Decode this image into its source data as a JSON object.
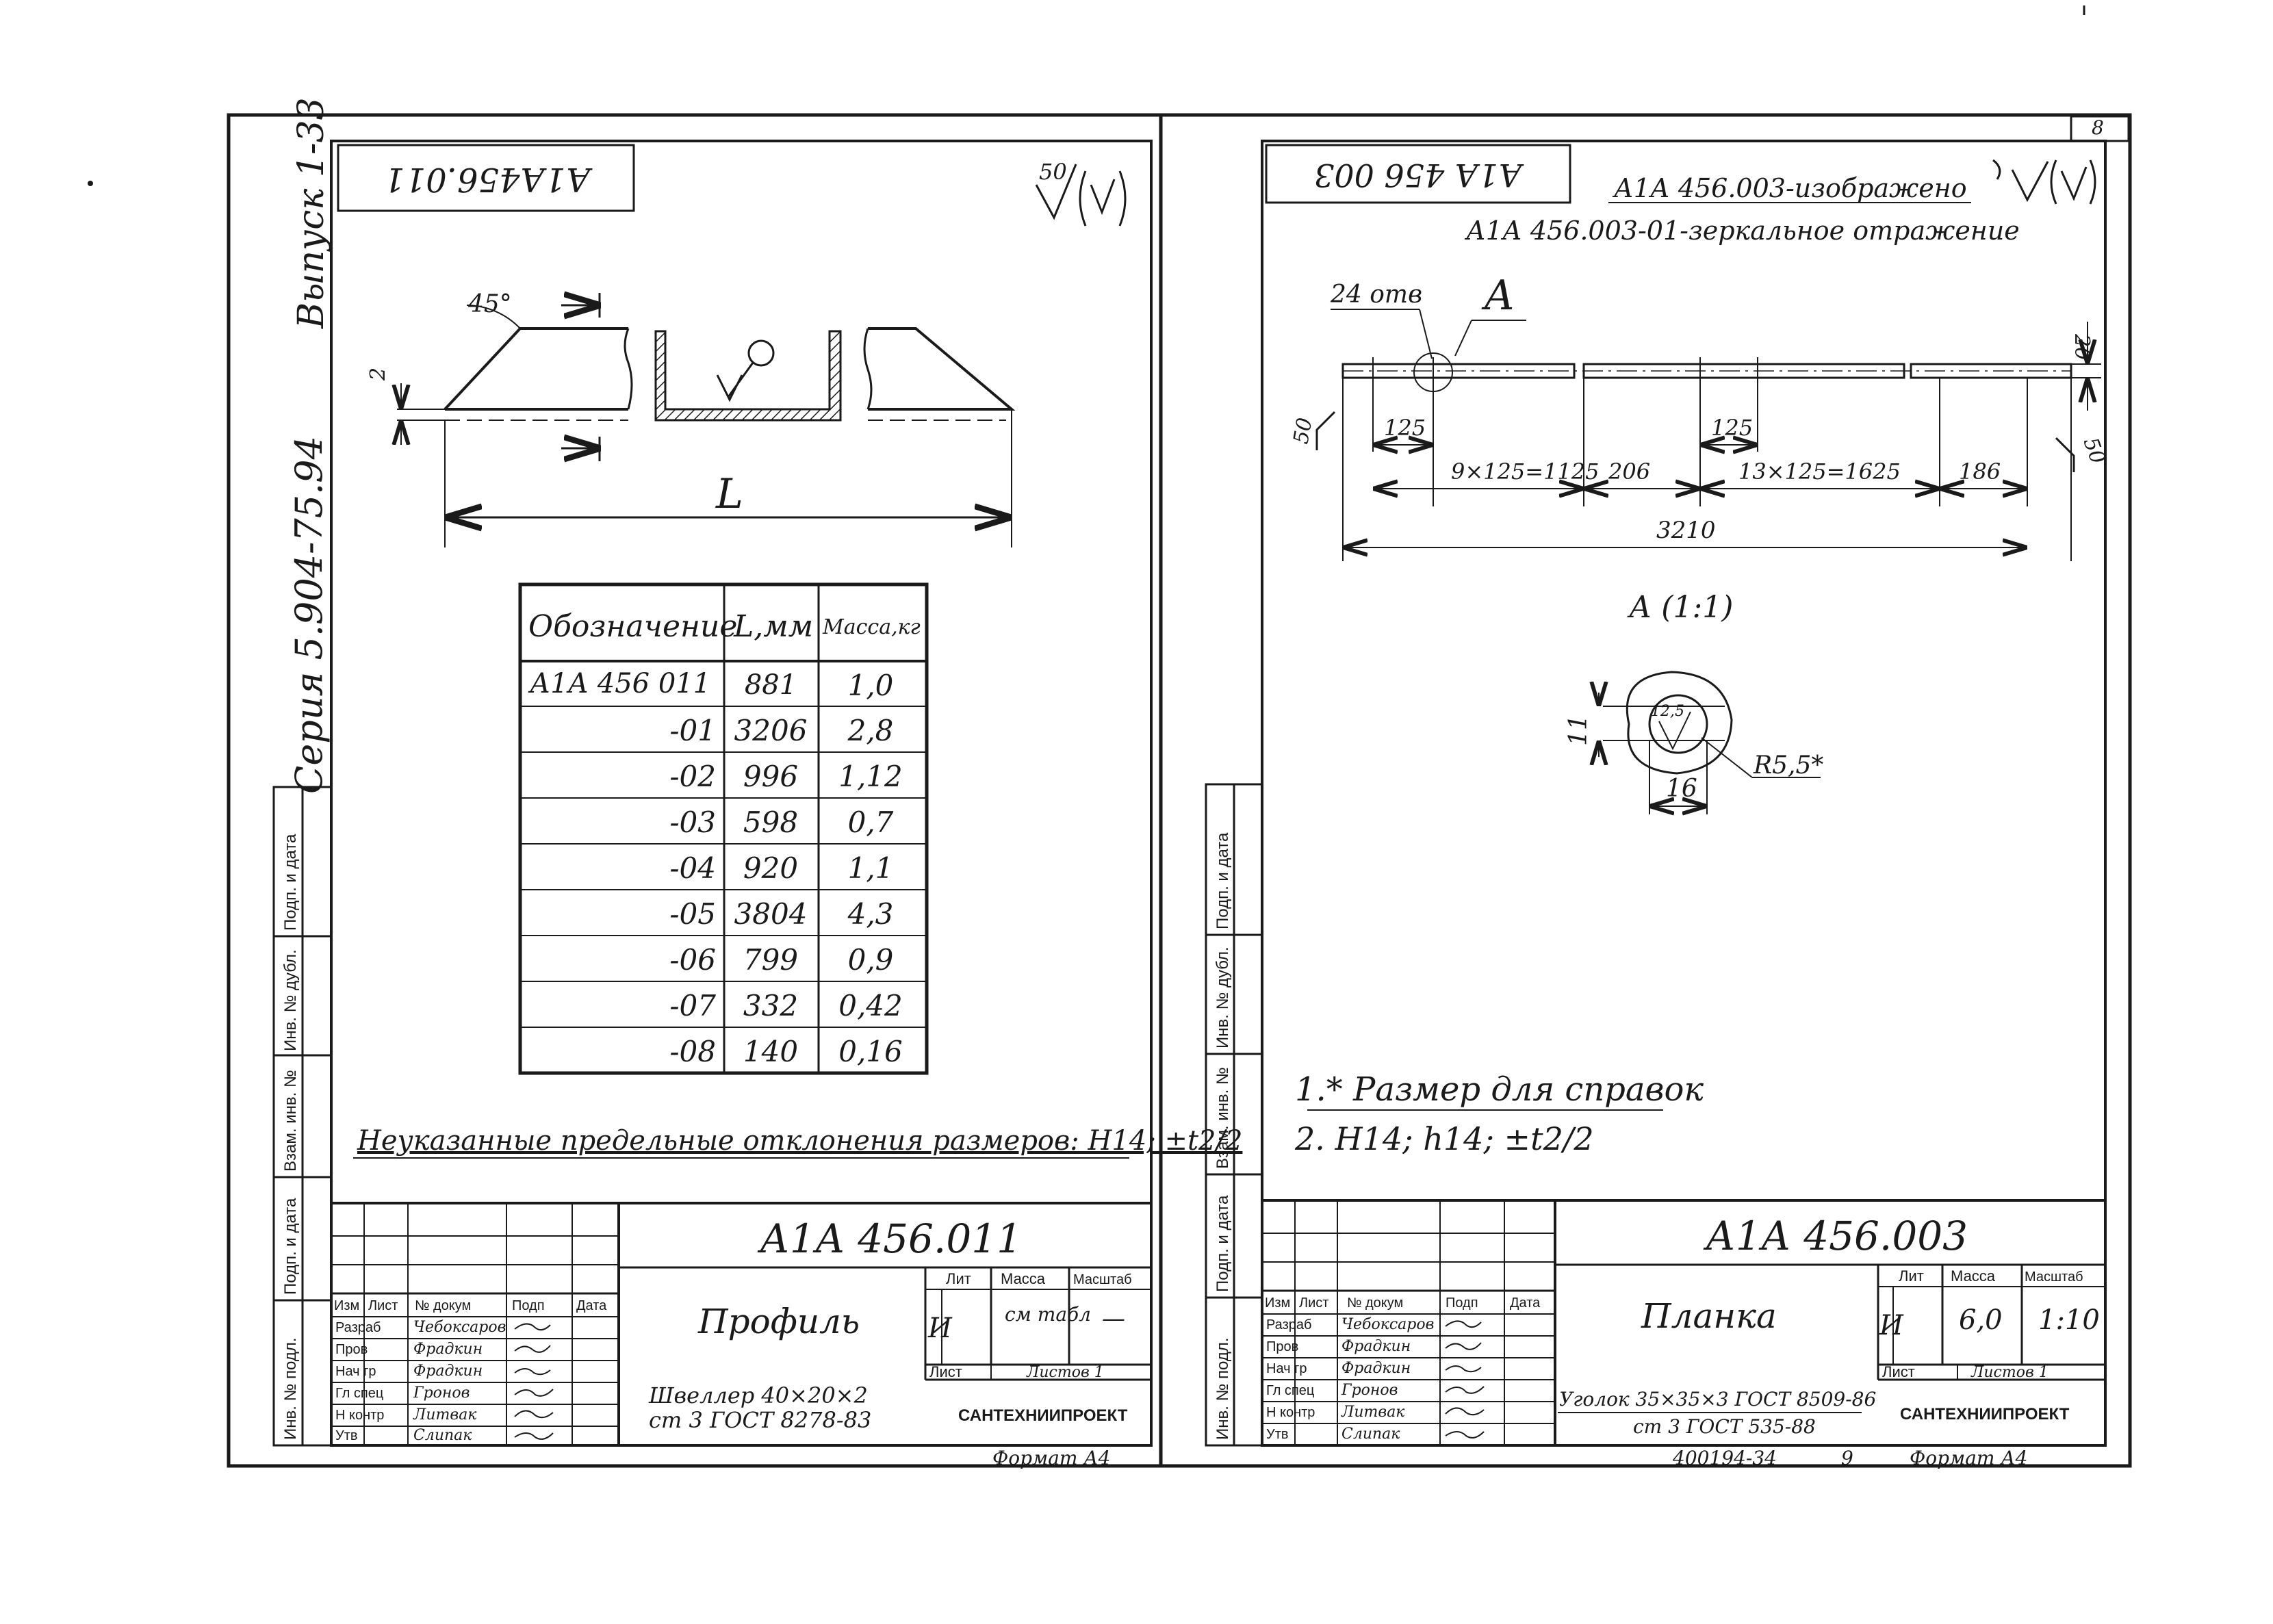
{
  "left_sheet": {
    "stamp_code": "А1А456.011",
    "series": "Серия 5.904-75.94",
    "issue": "Выпуск 1-33",
    "roughness": "50",
    "angle_label": "45°",
    "offset_dim": "2",
    "length_label": "L",
    "table": {
      "headers": [
        "Обозначение",
        "L,мм",
        "Масса,кг"
      ],
      "rows": [
        [
          "А1А 456 011",
          "881",
          "1,0"
        ],
        [
          "-01",
          "3206",
          "2,8"
        ],
        [
          "-02",
          "996",
          "1,12"
        ],
        [
          "-03",
          "598",
          "0,7"
        ],
        [
          "-04",
          "920",
          "1,1"
        ],
        [
          "-05",
          "3804",
          "4,3"
        ],
        [
          "-06",
          "799",
          "0,9"
        ],
        [
          "-07",
          "332",
          "0,42"
        ],
        [
          "-08",
          "140",
          "0,16"
        ]
      ]
    },
    "note": "Неуказанные предельные отклонения размеров: H14; ±t2/2",
    "side_labels": [
      "Подп. и дата",
      "Инв. № дубл.",
      "Взам. инв. №",
      "Подп. и дата",
      "Инв. № подл."
    ],
    "title_block": {
      "designation": "А1А 456.011",
      "name": "Профиль",
      "material_1": "Швеллер 40×20×2",
      "material_2": "ст 3 ГОСТ 8278-83",
      "lit_header": "Лит",
      "mass_header": "Масса",
      "scale_header": "Масштаб",
      "lit": "И",
      "mass": "см табл",
      "scale": "—",
      "sheet": "Лист",
      "sheets": "Листов 1",
      "org": "САНТЕХНИИПРОЕКТ",
      "roles": [
        "Изм",
        "Лист",
        "№ докум",
        "Подп",
        "Дата"
      ],
      "people": [
        [
          "Разраб",
          "Чебоксаров"
        ],
        [
          "Пров",
          "Фрадкин"
        ],
        [
          "Нач гр",
          "Фрадкин"
        ],
        [
          "Гл спец",
          "Гронов"
        ],
        [
          "Н контр",
          "Литвак"
        ],
        [
          "Утв",
          "Слипак"
        ]
      ],
      "format": "Формат А4"
    }
  },
  "right_sheet": {
    "sheet_no": "8",
    "stamp_code": "А1А 456 003",
    "note_main": "А1А 456.003-изображено",
    "note_mirror": "А1А 456.003-01-зеркальное отражение",
    "holes": "24 отв",
    "detail_mark": "А",
    "height_dim": "20",
    "roughness_end": "50",
    "dims": {
      "d125a": "125",
      "d125b": "125",
      "seg1": "9×125=1125",
      "seg2": "206",
      "seg3": "13×125=1625",
      "seg4": "186",
      "total": "3210"
    },
    "detail": {
      "title": "А (1:1)",
      "h": "11",
      "roughness": "12,5",
      "radius": "R5,5*",
      "w": "16"
    },
    "notes": [
      "1.* Размер для справок",
      "2. H14; h14; ±t2/2"
    ],
    "side_labels": [
      "Подп. и дата",
      "Инв. № дубл.",
      "Взам. инв. №",
      "Подп. и дата",
      "Инв. № подл."
    ],
    "title_block": {
      "designation": "А1А 456.003",
      "name": "Планка",
      "material_1": "Уголок 35×35×3 ГОСТ 8509-86",
      "material_2": "ст 3 ГОСТ 535-88",
      "lit_header": "Лит",
      "mass_header": "Масса",
      "scale_header": "Масштаб",
      "lit": "И",
      "mass": "6,0",
      "scale": "1:10",
      "sheet": "Лист",
      "sheets": "Листов 1",
      "org": "САНТЕХНИИПРОЕКТ",
      "roles": [
        "Изм",
        "Лист",
        "№ докум",
        "Подп",
        "Дата"
      ],
      "people": [
        [
          "Разраб",
          "Чебоксаров"
        ],
        [
          "Пров",
          "Фрадкин"
        ],
        [
          "Нач гр",
          "Фрадкин"
        ],
        [
          "Гл спец",
          "Гронов"
        ],
        [
          "Н контр",
          "Литвак"
        ],
        [
          "Утв",
          "Слипак"
        ]
      ],
      "format": "Формат А4",
      "archive": "400194-34",
      "archive_sheet": "9"
    }
  }
}
